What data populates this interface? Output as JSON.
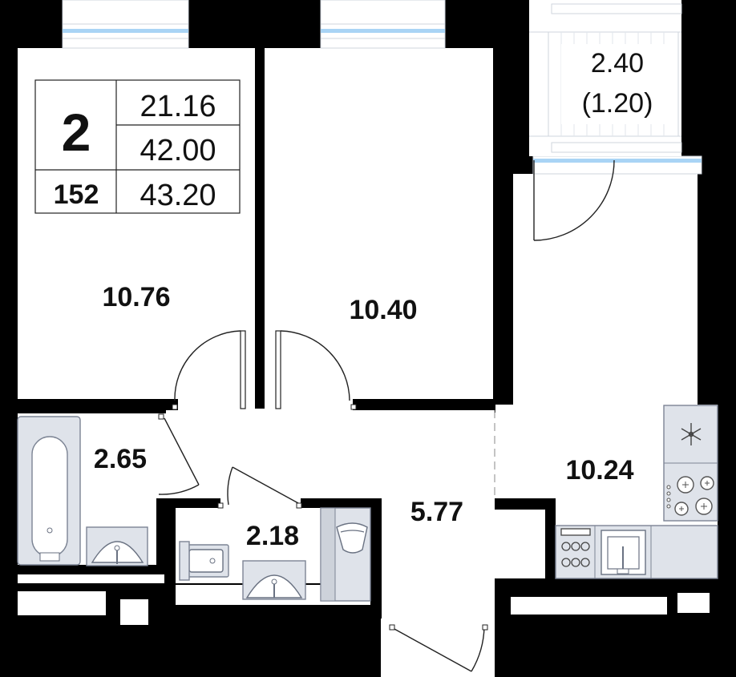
{
  "info_box": {
    "rooms_count": "2",
    "apartment_number": "152",
    "living_area": "21.16",
    "total_area": "42.00",
    "total_with_balcony": "43.20"
  },
  "rooms": {
    "bedroom_left": "10.76",
    "bedroom_right": "10.40",
    "kitchen": "10.24",
    "hallway": "5.77",
    "bathroom": "2.65",
    "toilet": "2.18"
  },
  "balcony": {
    "area": "2.40",
    "reduced_area": "(1.20)"
  },
  "colors": {
    "wall": "#000000",
    "window_glass": "#a9d4f5",
    "fixture_fill": "#dfe3ea",
    "fixture_stroke": "#7c8494",
    "text": "#111111"
  },
  "icons": [
    "snowflake-icon",
    "stove-burner-icon",
    "sink-icon",
    "bathtub-icon",
    "toilet-icon",
    "washing-machine-icon"
  ]
}
